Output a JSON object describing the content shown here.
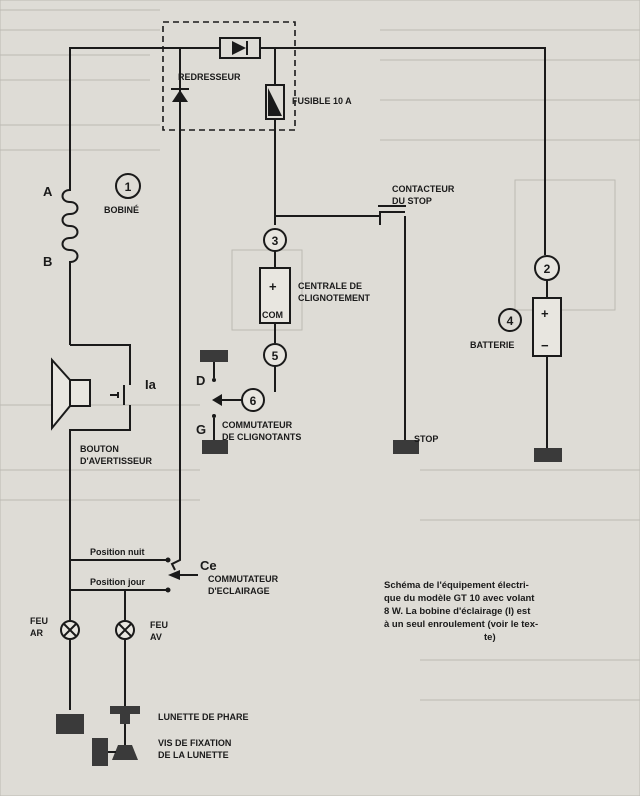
{
  "labels": {
    "redresseur": "REDRESSEUR",
    "fusible": "FUSIBLE 10 A",
    "bobine_a": "A",
    "bobine_b": "B",
    "bobine": "BOBINÉ",
    "contacteur_line1": "CONTACTEUR",
    "contacteur_line2": "DU STOP",
    "centrale_line1": "CENTRALE DE",
    "centrale_line2": "CLIGNOTEMENT",
    "com": "COM",
    "plus": "+",
    "minus": "−",
    "batterie": "BATTERIE",
    "d": "D",
    "g": "G",
    "commutateur_clignotants_line1": "COMMUTATEUR",
    "commutateur_clignotants_line2": "DE CLIGNOTANTS",
    "stop": "STOP",
    "ia": "Ia",
    "bouton_line1": "BOUTON",
    "bouton_line2": "D'AVERTISSEUR",
    "position_nuit": "Position nuit",
    "position_jour": "Position jour",
    "ce": "Ce",
    "commutateur_eclairage_line1": "COMMUTATEUR",
    "commutateur_eclairage_line2": "D'ECLAIRAGE",
    "feu_ar_line1": "FEU",
    "feu_ar_line2": "AR",
    "feu_av_line1": "FEU",
    "feu_av_line2": "AV",
    "lunette": "LUNETTE  DE PHARE",
    "vis_line1": "VIS DE FIXATION",
    "vis_line2": "DE LA LUNETTE"
  },
  "numbers": {
    "n1": "1",
    "n2": "2",
    "n3": "3",
    "n4": "4",
    "n5": "5",
    "n6": "6"
  },
  "caption": {
    "line1": "Schéma de l'équipement électri-",
    "line2": "que du modèle GT 10 avec volant",
    "line3": "8 W. La bobine d'éclairage (I) est",
    "line4": "à un seul enroulement (voir le tex-",
    "line5": "te)"
  }
}
